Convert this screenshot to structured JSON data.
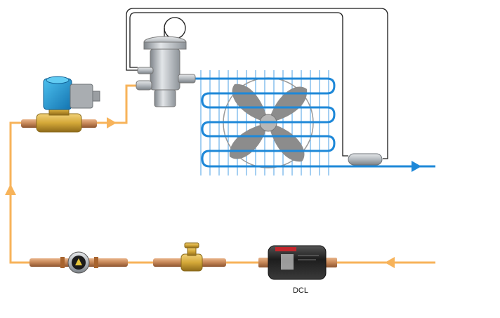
{
  "labels": {
    "filter_drier": "DCL"
  },
  "colors": {
    "liquid_line": "#f7b35a",
    "coil": "#1e88d8",
    "outlet_arrow": "#1e88d8",
    "capillary": "#1a1a1a",
    "copper": "#c98a5a",
    "brass": "#d4a838",
    "solenoid_coil": "#1f9fd6",
    "valve_body": "#b8bcc0",
    "fan": "#8c8c8c",
    "drier_body": "#2a2a2a"
  },
  "components": [
    {
      "id": "solenoid-valve",
      "icon": "solenoid-valve-icon"
    },
    {
      "id": "expansion-valve",
      "icon": "expansion-valve-icon"
    },
    {
      "id": "evaporator",
      "icon": "evaporator-coil-icon"
    },
    {
      "id": "sensing-bulb",
      "icon": "sensing-bulb-icon"
    },
    {
      "id": "sight-glass",
      "icon": "sight-glass-icon"
    },
    {
      "id": "ball-valve",
      "icon": "ball-valve-icon"
    },
    {
      "id": "filter-drier",
      "icon": "filter-drier-icon"
    }
  ]
}
